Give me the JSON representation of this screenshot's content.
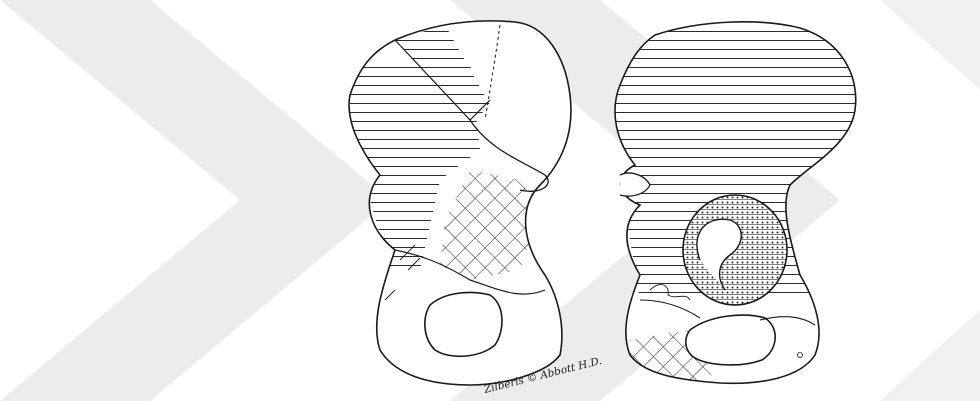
{
  "figure": {
    "signature_text": "Zilberis © Abbott H.D.",
    "colors": {
      "ink": "#1a1a1a",
      "hatch": "#2b2b2b",
      "watermark": "#ececec",
      "background": "#ffffff"
    },
    "icons": [
      "left-hip-bone-drawing",
      "right-hip-bone-drawing",
      "chevron-watermark"
    ]
  }
}
